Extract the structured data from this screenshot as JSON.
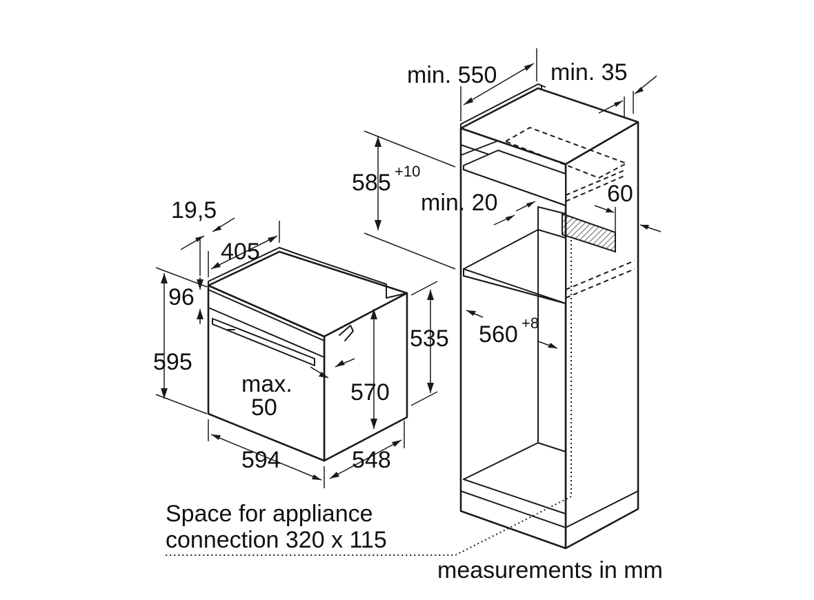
{
  "dimensions": {
    "oven_height": "595",
    "oven_front_height": "96",
    "trim_depth": "19,5",
    "top_depth": "405",
    "inner_height": "535",
    "body_height": "570",
    "max_label": "max.",
    "max_value": "50",
    "width": "594",
    "depth": "548",
    "niche_height": "585",
    "niche_height_tol": "+10",
    "min_depth": "min. 550",
    "min_back": "min. 35",
    "min_gap": "min. 20",
    "vent": "60",
    "niche_width": "560",
    "niche_width_tol": "+8"
  },
  "notes": {
    "connection_line1": "Space for appliance",
    "connection_line2": "connection 320 x 115",
    "units": "measurements in mm"
  },
  "colors": {
    "line": "#1a1a1a",
    "background": "#ffffff"
  }
}
